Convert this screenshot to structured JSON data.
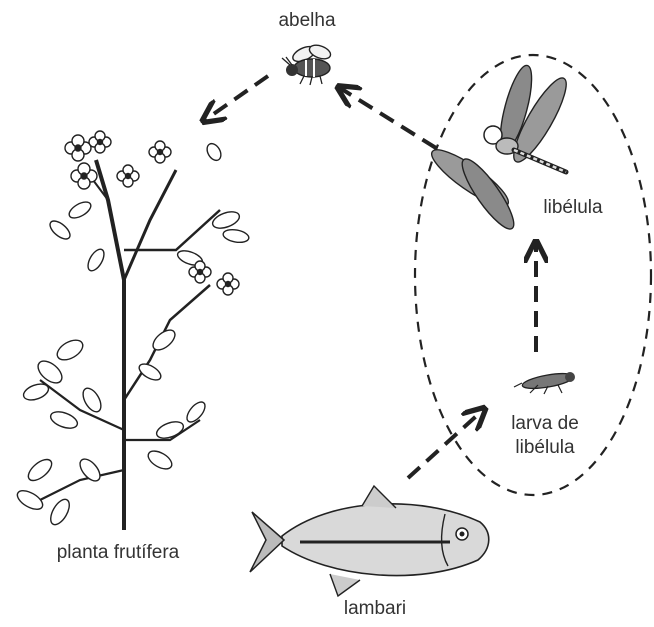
{
  "labels": {
    "abelha": "abelha",
    "libelula": "libélula",
    "larva_line1": "larva de",
    "larva_line2": "libélula",
    "planta": "planta frutífera",
    "lambari": "lambari"
  },
  "colors": {
    "ink": "#222222",
    "label_text": "#333333",
    "wing_fill": "#9a9a9a",
    "fish_body": "#d9d9d9",
    "background": "#ffffff"
  },
  "diagram": {
    "nodes": [
      "planta frutífera",
      "abelha",
      "libélula",
      "larva de libélula",
      "lambari"
    ],
    "edges": [
      {
        "from": "libélula",
        "to": "abelha"
      },
      {
        "from": "abelha",
        "to": "planta frutífera"
      },
      {
        "from": "larva de libélula",
        "to": "libélula"
      },
      {
        "from": "lambari",
        "to": "larva de libélula"
      }
    ],
    "group": {
      "members": [
        "libélula",
        "larva de libélula"
      ],
      "style": "dashed-ellipse"
    }
  }
}
